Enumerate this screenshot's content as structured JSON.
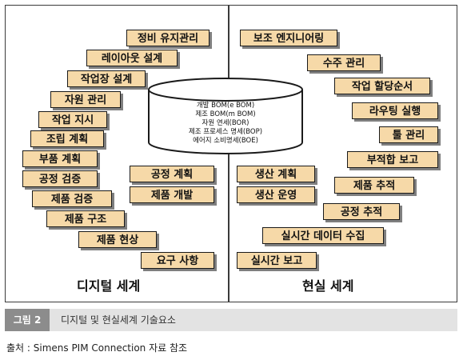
{
  "digital": {
    "label": "디지털 세계",
    "items": [
      "정비 유지관리",
      "레이아웃 설계",
      "작업장 설계",
      "자원 관리",
      "작업 지시",
      "조립 계획",
      "부품 계획",
      "공정 검증",
      "제품 검증",
      "제품 구조",
      "제품 현상",
      "요구 사항",
      "공정 계획",
      "제품 개발"
    ]
  },
  "real": {
    "label": "현실 세계",
    "items": [
      "보조 엔지니어링",
      "수주 관리",
      "작업 할당순서",
      "라우팅 실행",
      "툴 관리",
      "부적합 보고",
      "제품 추적",
      "공정 추적",
      "생산 계획",
      "생산 운영",
      "실시간 데이터 수집",
      "실시간 보고"
    ]
  },
  "database": {
    "lines": [
      "개발 BOM(e BOM)",
      "제조 BOM(m BOM)",
      "자원 연세(BOR)",
      "제조 프로세스 명세(BOP)",
      "에어지 소비명세(BOE)"
    ]
  },
  "caption": {
    "figure_number": "그림 2",
    "title": "디지털 및 현실세계 기술요소"
  },
  "source": "출처 : Simens PIM Connection 자료 참조",
  "colors": {
    "box_fill": "#f6d9a8",
    "box_border": "#1a1a1a",
    "shadow": "#7f7f7f",
    "caption_bar": "#e3e3e3",
    "figure_number_bg": "#8c8c8c"
  }
}
